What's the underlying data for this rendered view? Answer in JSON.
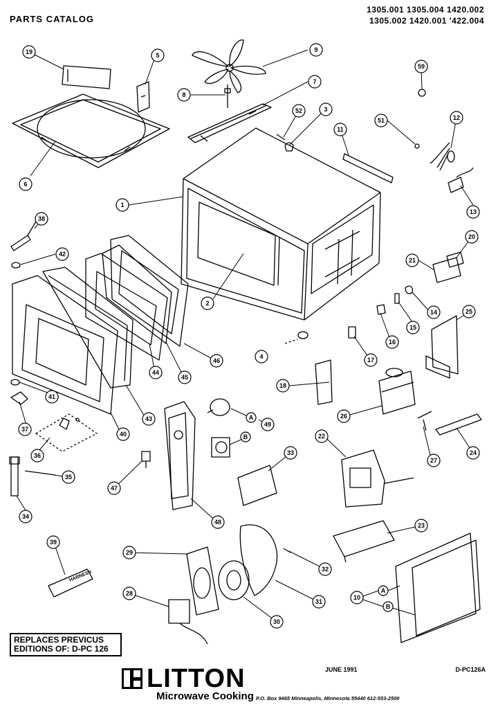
{
  "header": {
    "title": "PARTS  CATALOG",
    "models_line1": "1305.001  1305.004  1420.002",
    "models_line2": "1305.002  1420.001  '422.004"
  },
  "callouts": [
    "19",
    "5",
    "9",
    "59",
    "8",
    "7",
    "52",
    "3",
    "11",
    "51",
    "12",
    "6",
    "1",
    "13",
    "38",
    "42",
    "20",
    "21",
    "2",
    "14",
    "15",
    "25",
    "16",
    "4",
    "17",
    "41",
    "37",
    "43",
    "40",
    "44",
    "45",
    "46",
    "18",
    "26",
    "36",
    "49",
    "A",
    "B",
    "27",
    "24",
    "35",
    "22",
    "33",
    "47",
    "48",
    "34",
    "39",
    "23",
    "29",
    "32",
    "28",
    "31",
    "30",
    "A",
    "B"
  ],
  "parts": {
    "harness_label": "HARNESS",
    "label_b": "B"
  },
  "replaces": {
    "line1": "REPLACES PREVICUS",
    "line2": "EDITIONS OF: D-PC 126"
  },
  "logo": {
    "name": "LITTON",
    "subtitle": "Microwave Cooking"
  },
  "footer": {
    "date": "JUNE 1991",
    "code": "D-PC126A",
    "address": "P.O. Box 9465 Minneapolis, Minnesota 55440    612-553-2500"
  }
}
